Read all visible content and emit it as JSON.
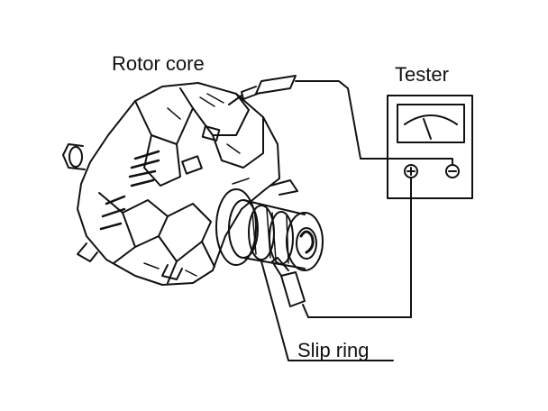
{
  "labels": {
    "rotor_core": "Rotor core",
    "tester": "Tester",
    "slip_ring": "Slip ring"
  },
  "colors": {
    "ink": "#111111",
    "background": "#ffffff"
  }
}
